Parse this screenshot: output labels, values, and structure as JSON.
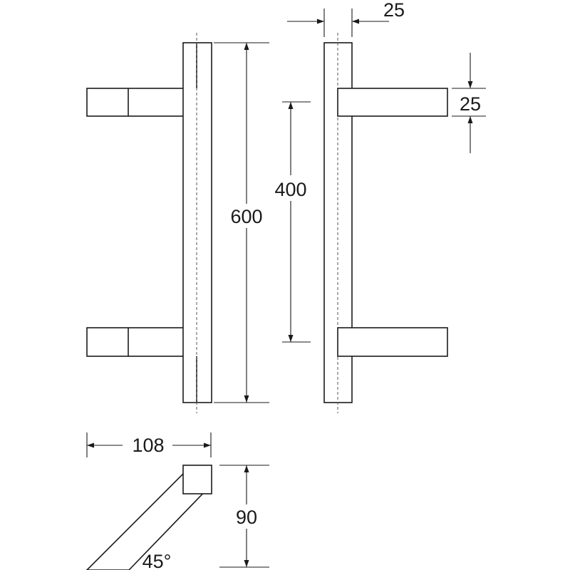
{
  "dimensions": {
    "overall_length": "600",
    "center_spacing": "400",
    "bar_width": "25",
    "standoff_width": "25",
    "projection": "108",
    "standoff_height": "90",
    "angle": "45°"
  }
}
